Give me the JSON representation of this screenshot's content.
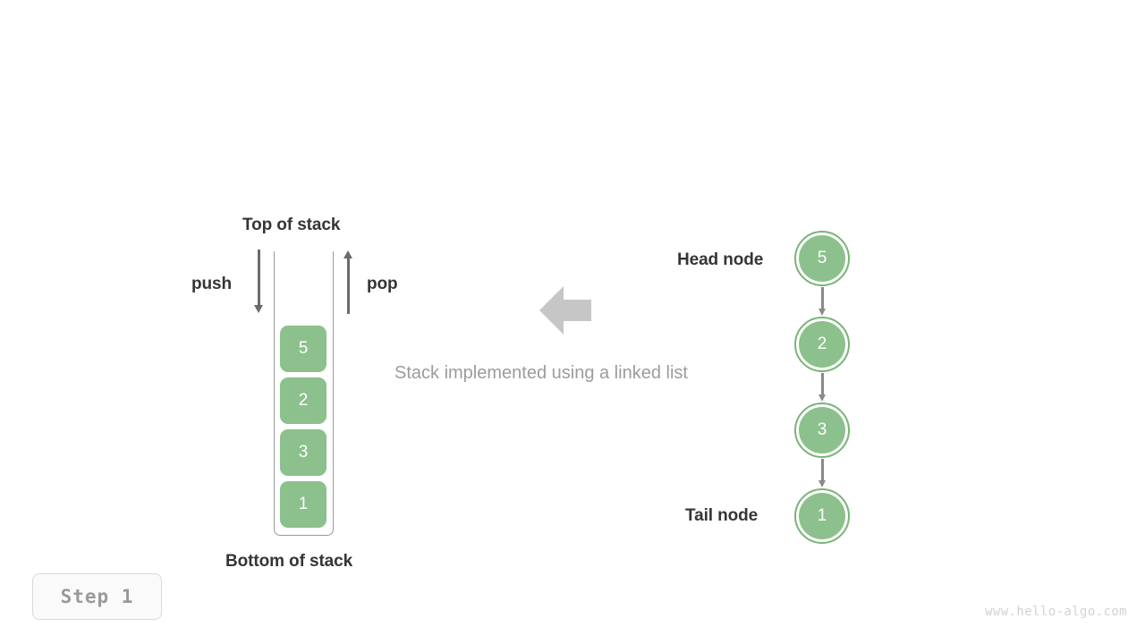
{
  "diagram": {
    "caption": "Stack implemented using a linked list",
    "step_badge": "Step 1",
    "watermark": "www.hello-algo.com",
    "colors": {
      "node_fill": "#8cc08c",
      "node_ring": "#78b478",
      "arrow_gray": "#6b6b6b",
      "link_gray": "#8a8a8a",
      "block_arrow": "#c6c6c6",
      "label_text": "#353535",
      "caption_text": "#9c9c9c",
      "badge_text": "#9a9a9a",
      "watermark_text": "#d2d2d2"
    }
  },
  "stack": {
    "top_label": "Top of stack",
    "bottom_label": "Bottom of stack",
    "push_label": "push",
    "pop_label": "pop",
    "items": [
      {
        "value": "5"
      },
      {
        "value": "2"
      },
      {
        "value": "3"
      },
      {
        "value": "1"
      }
    ]
  },
  "linked_list": {
    "head_label": "Head node",
    "tail_label": "Tail node",
    "nodes": [
      {
        "value": "5"
      },
      {
        "value": "2"
      },
      {
        "value": "3"
      },
      {
        "value": "1"
      }
    ]
  }
}
